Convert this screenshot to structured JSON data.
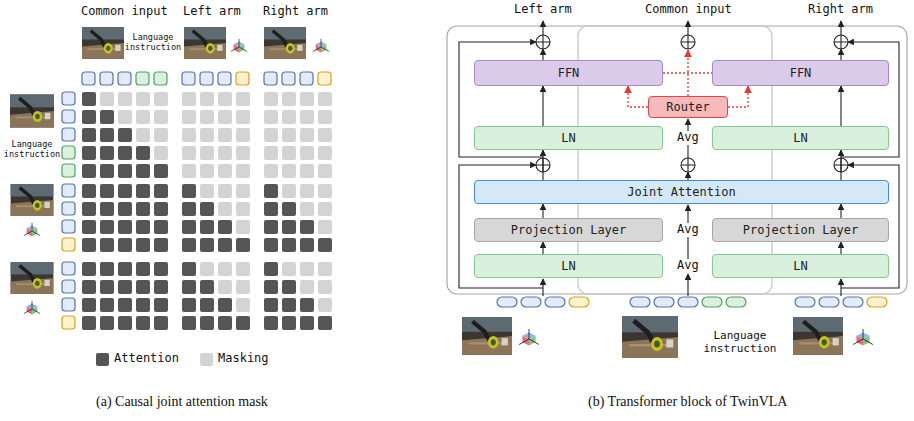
{
  "diagram": {
    "nodes": [
      {
        "text": [
          "FFN"
        ]
      },
      {
        "text": [
          "FFN"
        ]
      },
      {
        "text": [
          "Router"
        ]
      },
      {
        "text": [
          "LN"
        ]
      },
      {
        "text": [
          "LN"
        ]
      },
      {
        "text": [
          "Joint Attention"
        ]
      },
      {
        "text": [
          "Projection Layer"
        ]
      },
      {
        "text": [
          "Projection Layer"
        ]
      },
      {
        "text": [
          "LN"
        ]
      },
      {
        "text": [
          "LN"
        ]
      }
    ],
    "edges": [
      {
        "from": 8,
        "to": 6,
        "arrow": "to"
      },
      {
        "from": 9,
        "to": 7,
        "arrow": "to"
      },
      {
        "from": 6,
        "to": 5,
        "arrow": "to"
      },
      {
        "from": 7,
        "to": 5,
        "arrow": "to"
      },
      {
        "from": 5,
        "to": 3,
        "arrow": "to"
      },
      {
        "from": 5,
        "to": 4,
        "arrow": "to"
      },
      {
        "from": 3,
        "to": 0,
        "arrow": "to"
      },
      {
        "from": 4,
        "to": 1,
        "arrow": "to"
      },
      {
        "from": 2,
        "to": 0,
        "arrow": "to"
      },
      {
        "from": 2,
        "to": 1,
        "arrow": "to"
      }
    ],
    "labels": [
      "Common input",
      "Left arm",
      "Right arm",
      "Language instruction",
      "Language instruction",
      "Left arm",
      "Common input",
      "Right arm",
      "Avg",
      "Avg",
      "Avg",
      "Language instruction",
      "(a) Causal joint attention mask",
      "(b) Transformer block of TwinVLA"
    ],
    "legend": [
      {
        "text": "Attention",
        "color": "#555555"
      },
      {
        "text": "Masking",
        "color": "#d4d4d4"
      }
    ]
  }
}
